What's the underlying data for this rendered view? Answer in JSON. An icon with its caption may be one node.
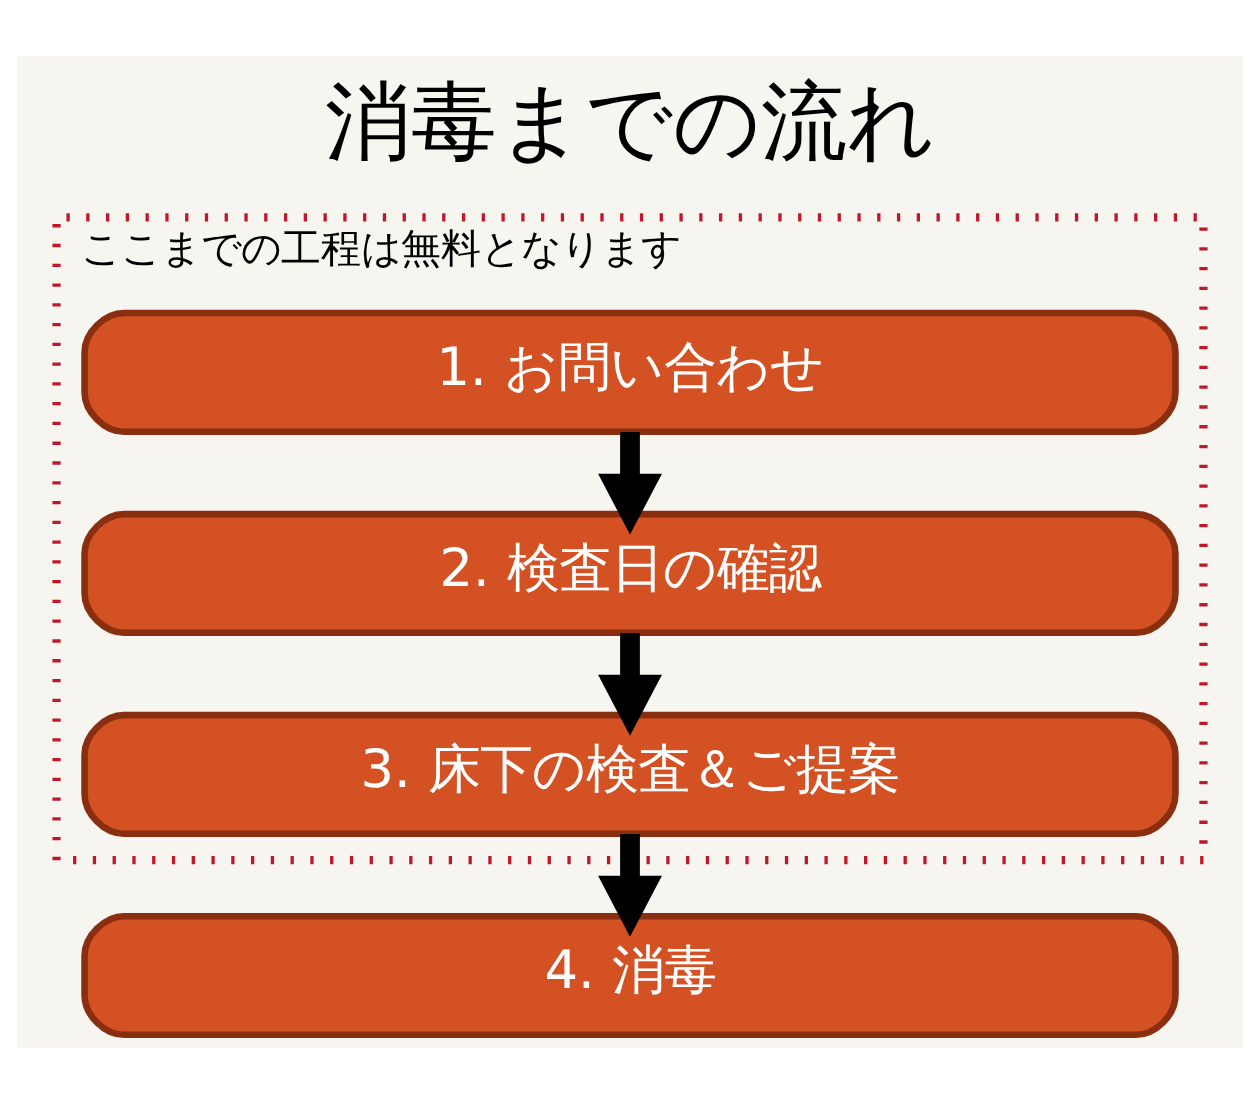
{
  "diagram": {
    "title": "消毒までの流れ",
    "nodes": [
      {
        "text": [
          "ここまでの工程は無料となります"
        ]
      },
      {
        "text": [
          "1. お問い合わせ"
        ],
        "in": 0
      },
      {
        "text": [
          "2. 検査日の確認"
        ],
        "in": 0
      },
      {
        "text": [
          "3. 床下の検査＆ご提案"
        ],
        "in": 0
      },
      {
        "text": [
          "4. 消毒"
        ]
      }
    ],
    "edges": [
      {
        "from": 1,
        "to": 2,
        "arrow": "to"
      },
      {
        "from": 2,
        "to": 3,
        "arrow": "to"
      },
      {
        "from": 3,
        "to": 4,
        "arrow": "to"
      }
    ]
  }
}
